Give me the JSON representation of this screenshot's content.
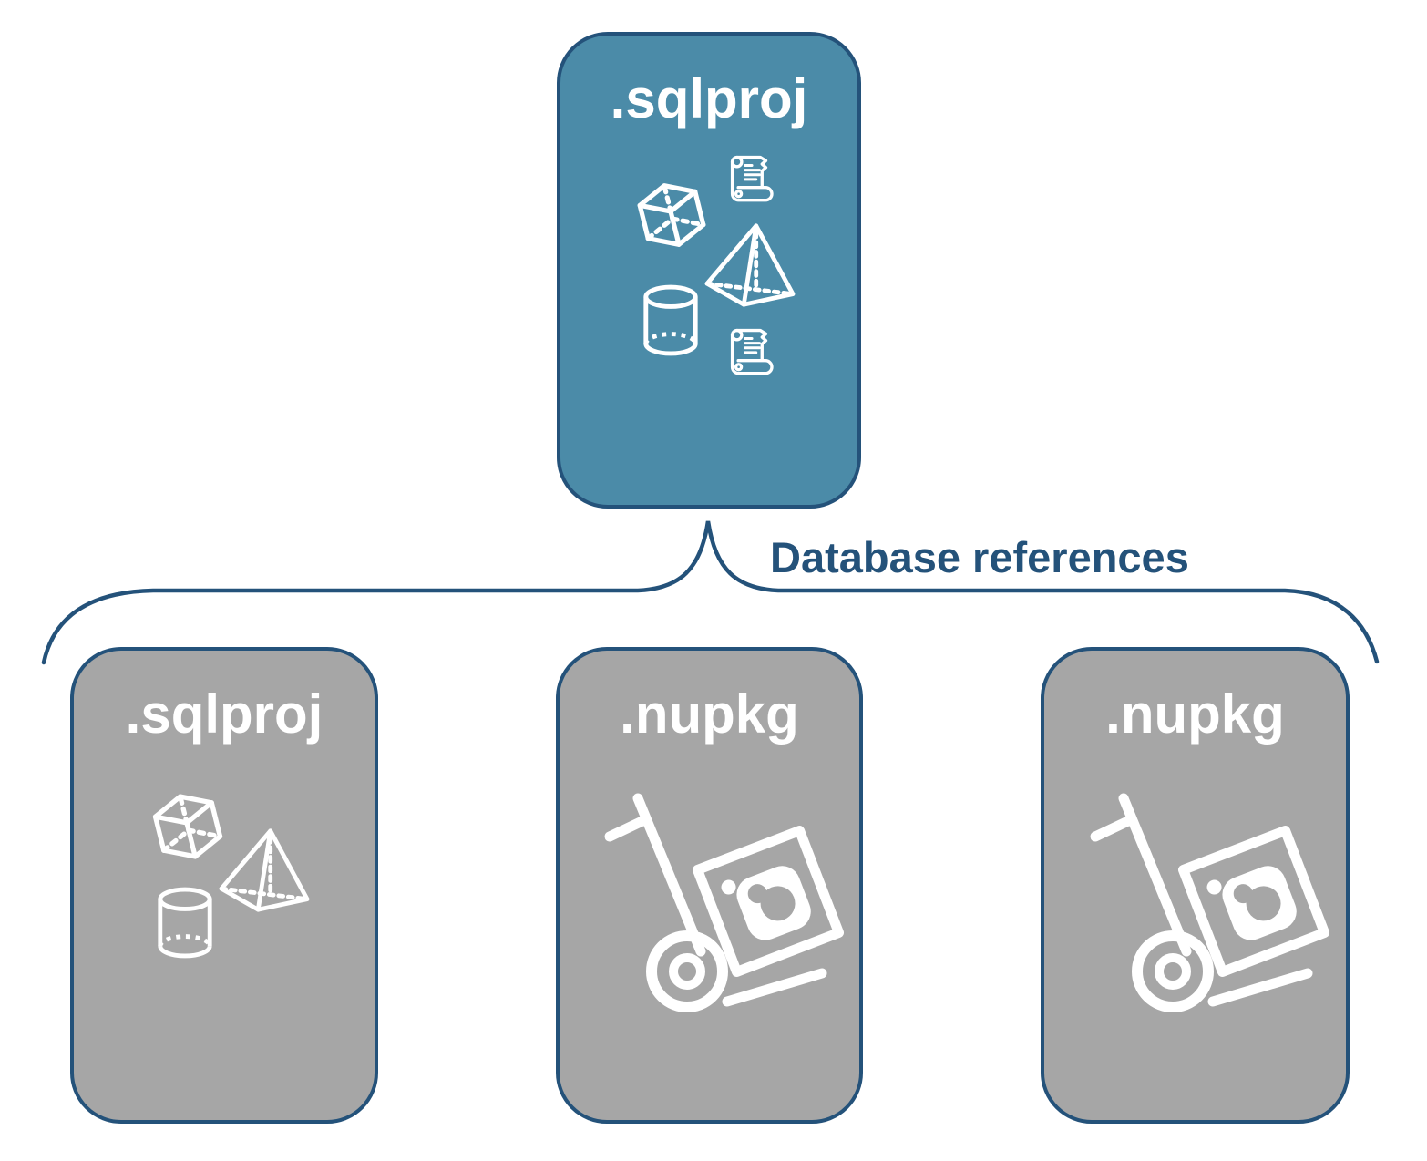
{
  "diagram_title": "SQL project database references diagram",
  "colors": {
    "canvas-bg": "#FFFFFF",
    "accent-navy": "#24527A",
    "parent-fill": "#4B8BA8",
    "child-fill": "#A6A6A6",
    "icon-white": "#FFFFFF"
  },
  "parent_card": {
    "label": ".sqlproj",
    "icons": [
      "cube-icon",
      "scroll-icon",
      "pyramid-icon",
      "cylinder-icon",
      "scroll-icon"
    ]
  },
  "connector": {
    "label": "Database references",
    "shape": "brace"
  },
  "child_cards": [
    {
      "label": ".sqlproj",
      "icons": [
        "cube-icon",
        "pyramid-icon",
        "cylinder-icon"
      ]
    },
    {
      "label": ".nupkg",
      "icons": [
        "nuget-dolly-icon"
      ]
    },
    {
      "label": ".nupkg",
      "icons": [
        "nuget-dolly-icon"
      ]
    }
  ]
}
